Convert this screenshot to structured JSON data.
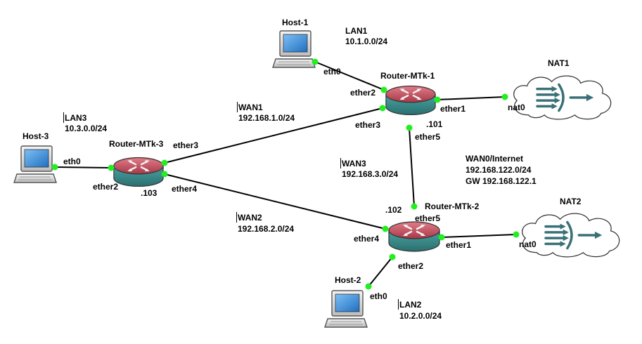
{
  "nodes": {
    "host1": "Host-1",
    "host2": "Host-2",
    "host3": "Host-3",
    "router1": "Router-MTk-1",
    "router2": "Router-MTk-2",
    "router3": "Router-MTk-3",
    "nat1": "NAT1",
    "nat2": "NAT2"
  },
  "ports": {
    "h1_eth0": "eth0",
    "h2_eth0": "eth0",
    "h3_eth0": "eth0",
    "r1_ether1": "ether1",
    "r1_ether2": "ether2",
    "r1_ether3": "ether3",
    "r1_ether5": "ether5",
    "r2_ether1": "ether1",
    "r2_ether2": "ether2",
    "r2_ether4": "ether4",
    "r2_ether5": "ether5",
    "r3_ether2": "ether2",
    "r3_ether3": "ether3",
    "r3_ether4": "ether4",
    "nat1_nat0": "nat0",
    "nat2_nat0": "nat0"
  },
  "addresses": {
    "r1": ".101",
    "r2": ".102",
    "r3": ".103"
  },
  "networks": {
    "lan1": {
      "name": "LAN1",
      "subnet": "10.1.0.0/24"
    },
    "lan2": {
      "name": "LAN2",
      "subnet": "10.2.0.0/24"
    },
    "lan3": {
      "name": "LAN3",
      "subnet": "10.3.0.0/24"
    },
    "wan1": {
      "name": "WAN1",
      "subnet": "192.168.1.0/24"
    },
    "wan2": {
      "name": "WAN2",
      "subnet": "192.168.2.0/24"
    },
    "wan3": {
      "name": "WAN3",
      "subnet": "192.168.3.0/24"
    },
    "wan0": {
      "name": "WAN0/Internet",
      "subnet": "192.168.122.0/24",
      "gw": "GW 192.168.122.1"
    }
  },
  "colors": {
    "port": "#22ee22",
    "router_top": "#c25060",
    "router_body": "#3f8f8f",
    "cloud_stroke": "#2e6e75",
    "screen": "#3b8fd8"
  }
}
